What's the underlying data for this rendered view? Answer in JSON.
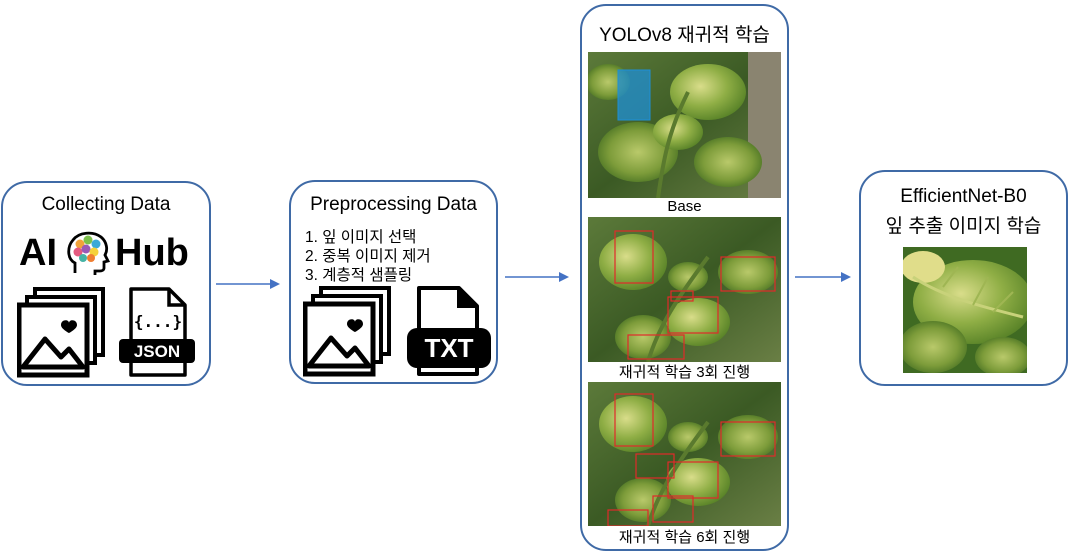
{
  "stages": {
    "collecting": {
      "title": "Collecting Data",
      "logo_left": "AI",
      "logo_right": "Hub",
      "file_badge": "JSON",
      "brace_label": "{...}"
    },
    "preprocessing": {
      "title": "Preprocessing Data",
      "steps": [
        "1. 잎 이미지 선택",
        "2. 중복 이미지 제거",
        "3. 계층적 샘플링"
      ],
      "file_badge": "TXT"
    },
    "yolo": {
      "title": "YOLOv8 재귀적 학습",
      "captions": [
        "Base",
        "재귀적 학습 3회 진행",
        "재귀적 학습 6회 진행"
      ]
    },
    "efficientnet": {
      "title_line1": "EfficientNet-B0",
      "title_line2": "잎 추출 이미지 학습"
    }
  },
  "colors": {
    "border": "#3f6aa6",
    "arrow": "#4472c4",
    "detection_box": "#e02a2a",
    "base_box": "#1e8fd6"
  },
  "icons": [
    "ai-hub-logo-icon",
    "image-stack-icon",
    "json-file-icon",
    "txt-file-icon",
    "arrow-right-icon"
  ]
}
